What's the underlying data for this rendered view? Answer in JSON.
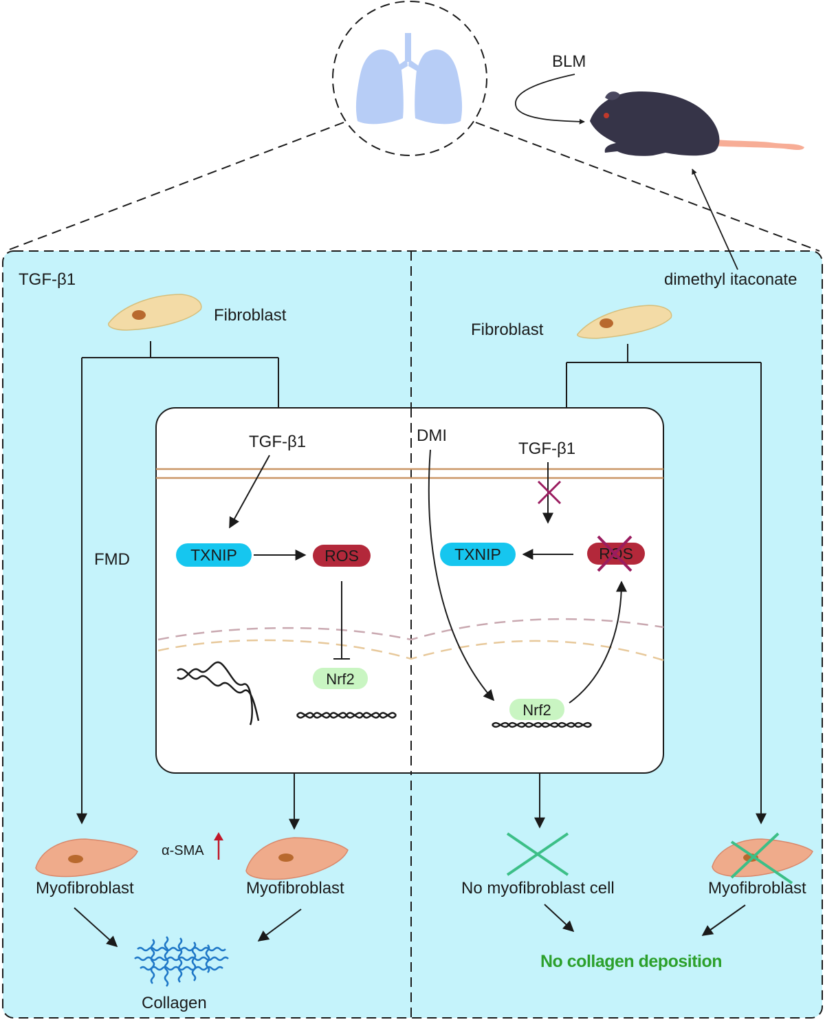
{
  "top": {
    "blm_label": "BLM",
    "dmi_full_label": "dimethyl itaconate",
    "icons": [
      "lung-icon",
      "mouse-icon"
    ]
  },
  "left_panel": {
    "corner_label": "TGF-β1",
    "fibroblast_label": "Fibroblast",
    "fmd_label": "FMD",
    "myofibroblast_left_label": "Myofibroblast",
    "myofibroblast_right_label": "Myofibroblast",
    "sma_label": "α-SMA",
    "collagen_label": "Collagen"
  },
  "right_panel": {
    "fibroblast_label": "Fibroblast",
    "no_myofibroblast_label": "No myofibroblast cell",
    "myofibroblast_label": "Myofibroblast",
    "no_collagen_label": "No collagen deposition"
  },
  "cell_left": {
    "tgf_label": "TGF-β1",
    "txnip_label": "TXNIP",
    "ros_label": "ROS",
    "nrf2_label": "Nrf2"
  },
  "cell_right": {
    "dmi_label": "DMI",
    "tgf_label": "TGF-β1",
    "txnip_label": "TXNIP",
    "ros_label": "ROS",
    "nrf2_label": "Nrf2"
  },
  "colors": {
    "panel_bg": "#c5f3fb",
    "txnip": "#16c6ef",
    "ros": "#b3283a",
    "nrf2": "#c9f5c2",
    "fibroblast_fill": "#f3dba6",
    "myofibroblast_fill": "#efab8b",
    "nucleus": "#b8692e",
    "lung": "#b7cdf6",
    "mouse": "#363448",
    "mouse_tail": "#f7ad96",
    "membrane": "#c99565",
    "cross_green": "#3cbf87",
    "cross_purple": "#9a1c5f",
    "no_collagen_text": "#2ca02c",
    "collagen": "#1e77c7",
    "sma_arrow": "#c0182a"
  }
}
